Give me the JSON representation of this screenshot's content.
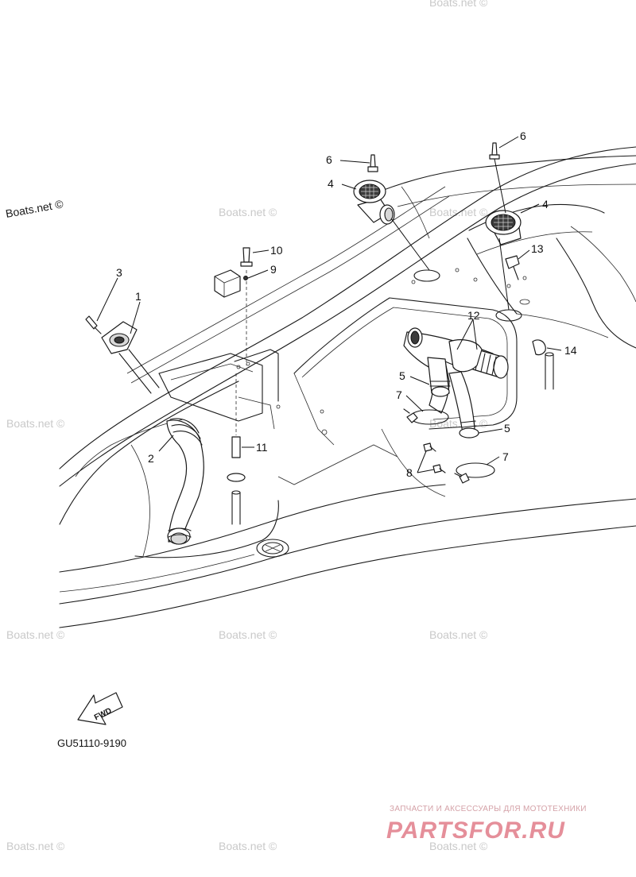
{
  "watermark_text": "Boats.net ©",
  "diagram_code": "GU51110-9190",
  "fwd_label": "FWD",
  "callouts": {
    "c1": "1",
    "c2": "2",
    "c3": "3",
    "c4a": "4",
    "c4b": "4",
    "c5a": "5",
    "c5b": "5",
    "c6a": "6",
    "c6b": "6",
    "c7a": "7",
    "c7b": "7",
    "c8": "8",
    "c9": "9",
    "c10": "10",
    "c11": "11",
    "c12": "12",
    "c13": "13",
    "c14": "14"
  },
  "shop": {
    "tagline": "ЗАПЧАСТИ И АКСЕССУАРЫ ДЛЯ МОТОТЕХНИКИ",
    "brand": "PARTSFOR.RU"
  }
}
